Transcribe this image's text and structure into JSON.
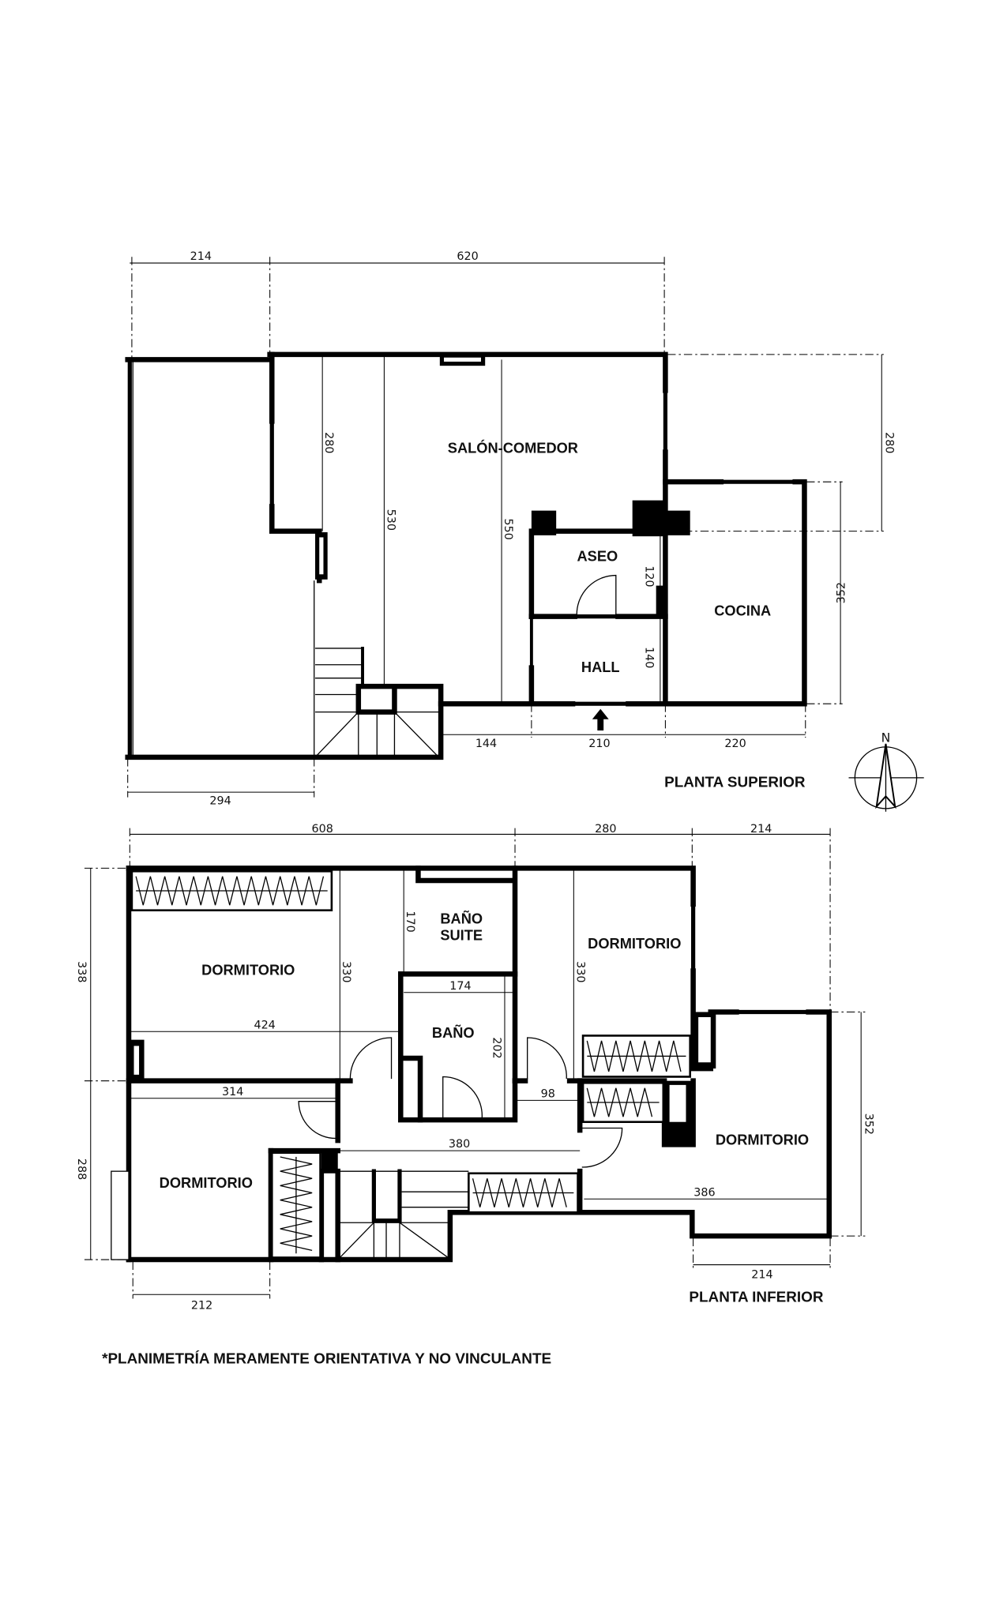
{
  "upper_plan": {
    "title": "PLANTA SUPERIOR",
    "rooms": {
      "salon": "SALÓN-COMEDOR",
      "aseo": "ASEO",
      "hall": "HALL",
      "cocina": "COCINA"
    },
    "dimensions": {
      "top_left": "214",
      "top_main": "620",
      "right_280": "280",
      "right_352": "352",
      "inner_280": "280",
      "inner_530": "530",
      "inner_550": "550",
      "aseo_120": "120",
      "hall_140": "140",
      "bottom_144": "144",
      "bottom_210": "210",
      "bottom_220": "220",
      "bottom_294": "294"
    },
    "compass_label": "N"
  },
  "lower_plan": {
    "title": "PLANTA INFERIOR",
    "rooms": {
      "dorm_top_left": "DORMITORIO",
      "bano_suite_1": "BAÑO",
      "bano_suite_2": "SUITE",
      "dorm_top_right": "DORMITORIO",
      "bano": "BAÑO",
      "dorm_bottom_left": "DORMITORIO",
      "dorm_bottom_right": "DORMITORIO"
    },
    "dimensions": {
      "top_608": "608",
      "top_280": "280",
      "top_214": "214",
      "left_338": "338",
      "left_288": "288",
      "d170": "170",
      "d330a": "330",
      "d330b": "330",
      "d174": "174",
      "d202": "202",
      "d424": "424",
      "d314": "314",
      "d98": "98",
      "d380": "380",
      "d386": "386",
      "right_352": "352",
      "bottom_212": "212",
      "bottom_214": "214"
    }
  },
  "disclaimer": "*PLANIMETRÍA MERAMENTE ORIENTATIVA Y NO VINCULANTE"
}
